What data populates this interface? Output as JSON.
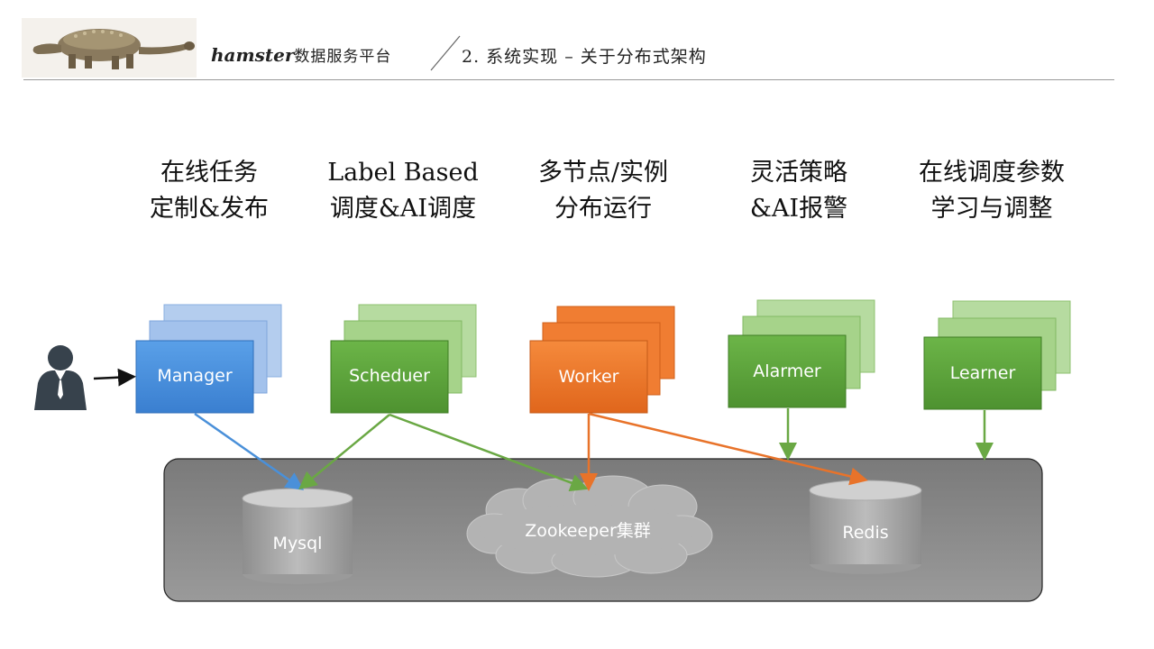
{
  "header": {
    "brand_name": "hamster",
    "brand_rest": "数据服务平台",
    "section": "2. 系统实现 – 关于分布式架构"
  },
  "features": [
    {
      "line1": "在线任务",
      "line2": "定制&发布"
    },
    {
      "line1": "Label Based",
      "line2": "调度&AI调度"
    },
    {
      "line1": "多节点/实例",
      "line2": "分布运行"
    },
    {
      "line1": "灵活策略",
      "line2": "&AI报警"
    },
    {
      "line1": "在线调度参数",
      "line2": "学习与调整"
    }
  ],
  "components": {
    "manager": "Manager",
    "scheduler": "Scheduer",
    "worker": "Worker",
    "alarmer": "Alarmer",
    "learner": "Learner"
  },
  "storage": {
    "mysql": "Mysql",
    "zookeeper": "Zookeeper集群",
    "redis": "Redis"
  },
  "colors": {
    "blue": "#4a90d9",
    "green": "#5ca13a",
    "orange": "#e8732a",
    "platform": "#8a8a8a"
  },
  "icons": {
    "logo": "ankylosaurus-logo",
    "user": "user-icon"
  }
}
